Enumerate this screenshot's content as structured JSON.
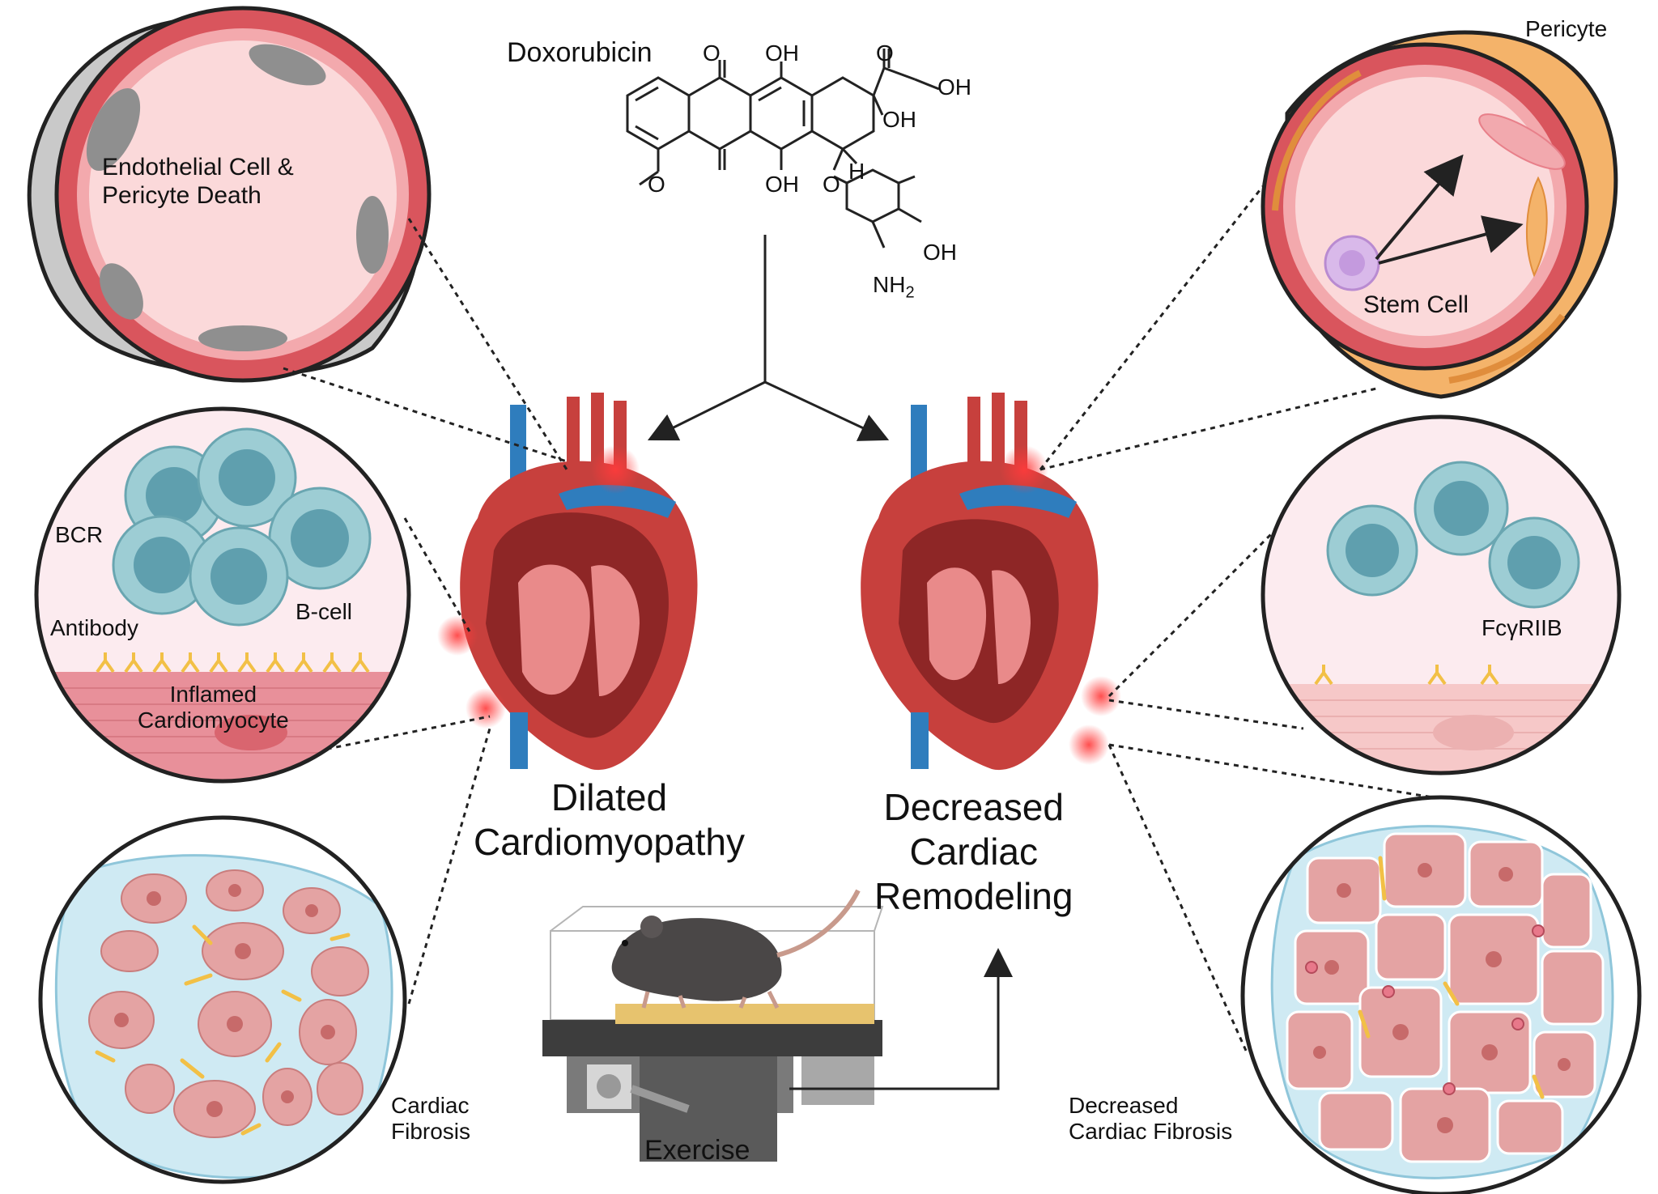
{
  "drug": {
    "name": "Doxorubicin",
    "structure_labels": {
      "o_top_left": "O",
      "oh_top": "OH",
      "o_top_right": "O",
      "oh_side_chain": "OH",
      "oh_ring": "OH",
      "h_atom": "H",
      "o_bottom_left": "O",
      "oh_bottom": "OH",
      "o_ring_sugar": "O",
      "oh_sugar": "OH",
      "nh2": "NH",
      "nh2_sub": "2"
    }
  },
  "outcomes": {
    "left": {
      "line1": "Dilated",
      "line2": "Cardiomyopathy"
    },
    "right": {
      "line1": "Decreased",
      "line2": "Cardiac",
      "line3": "Remodeling"
    }
  },
  "intervention": {
    "label": "Exercise"
  },
  "panels": {
    "vessel_death": {
      "line1": "Endothelial Cell &",
      "line2": "Pericyte Death"
    },
    "b_cells": {
      "bcr": "BCR",
      "antibody": "Antibody",
      "b_cell": "B-cell",
      "cardiomyocyte_line1": "Inflamed",
      "cardiomyocyte_line2": "Cardiomyocyte"
    },
    "fibrosis": {
      "line1": "Cardiac",
      "line2": "Fibrosis"
    },
    "pericyte": {
      "pericyte": "Pericyte",
      "stem_cell": "Stem Cell"
    },
    "fc_receptor": {
      "label": "FcγRIIB"
    },
    "decreased_fibrosis": {
      "line1": "Decreased",
      "line2": "Cardiac Fibrosis"
    }
  },
  "colors": {
    "vessel_red": "#d9555d",
    "vessel_pink": "#fbd9da",
    "pericyte_orange": "#f4b36a",
    "bcell_teal": "#9dcdd4",
    "bcell_nucleus": "#5f9fae",
    "fibrosis_blue": "#cfeaf3",
    "cardiomyocyte": "#e4a3a3",
    "fibroblast_yellow": "#f2c046",
    "heart_red": "#c7403d",
    "heart_blue": "#2f7dbd",
    "mouse_gray": "#4a4747"
  },
  "icons": [
    "doxorubicin-structure",
    "heart-cross-section-icon",
    "mouse-treadmill-icon",
    "vessel-cross-section-icon",
    "b-cell-icon",
    "antibody-icon",
    "stem-cell-icon",
    "fibroblast-icon"
  ]
}
